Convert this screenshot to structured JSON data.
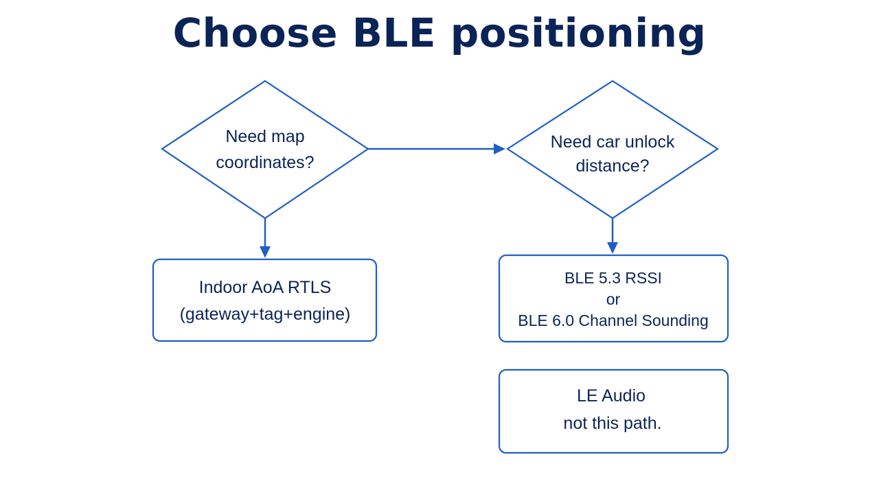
{
  "title": "Choose BLE positioning",
  "nodes": {
    "map_decision": {
      "lines": [
        "Need map",
        "coordinates?"
      ]
    },
    "car_decision": {
      "lines": [
        "Need car unlock",
        "distance?"
      ]
    },
    "aoa_result": {
      "lines": [
        "Indoor AoA RTLS",
        "(gateway+tag+engine)"
      ]
    },
    "distance_result": {
      "lines": [
        "BLE 5.3 RSSI",
        "or",
        "BLE 6.0 Channel Sounding"
      ]
    },
    "audio_note": {
      "lines": [
        "LE Audio",
        "not this path."
      ]
    }
  },
  "colors": {
    "stroke": "#1f5fc4",
    "text": "#0b2457"
  }
}
